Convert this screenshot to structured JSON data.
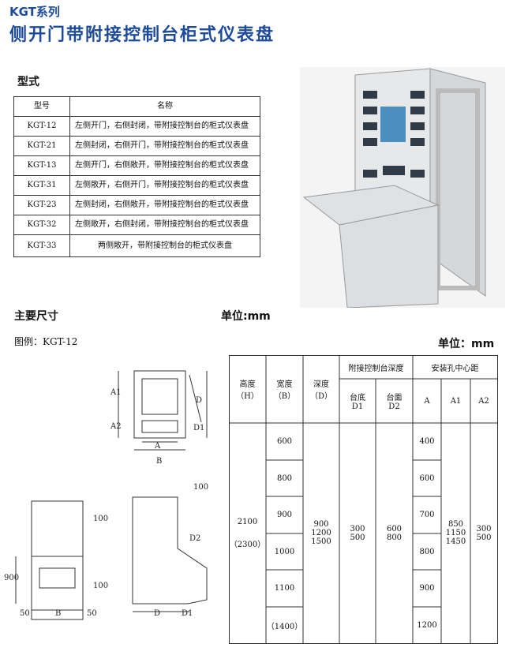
{
  "header": {
    "series": "KGT系列",
    "title": "侧开门带附接控制台柜式仪表盘"
  },
  "models": {
    "heading": "型式",
    "col_model": "型号",
    "col_name": "名称",
    "rows": [
      {
        "model": "KGT-12",
        "name": "左侧开门，右侧封闭，带附接控制台的柜式仪表盘"
      },
      {
        "model": "KGT-21",
        "name": "左侧封闭，右侧开门，带附接控制台的柜式仪表盘"
      },
      {
        "model": "KGT-13",
        "name": "左侧开门，右侧敞开，带附接控制台的柜式仪表盘"
      },
      {
        "model": "KGT-31",
        "name": "左侧敞开，右侧开门，带附接控制台的柜式仪表盘"
      },
      {
        "model": "KGT-23",
        "name": "左侧封闭，右侧敞开，带附接控制台的柜式仪表盘"
      },
      {
        "model": "KGT-32",
        "name": "左侧敞开，右侧封闭，带附接控制台的柜式仪表盘"
      },
      {
        "model": "KGT-33",
        "name": "两侧敞开，带附接控制台的柜式仪表盘"
      }
    ]
  },
  "dimensions": {
    "heading": "主要尺寸",
    "unit1": "单位:mm",
    "example": "图例：KGT-12",
    "unit2": "单位：mm"
  },
  "drawing": {
    "A1": "A1",
    "A2": "A2",
    "D": "D",
    "D1": "D1",
    "D2": "D2",
    "A": "A",
    "B": "B",
    "d100": "100",
    "d900": "900",
    "d50": "50"
  },
  "dims_table": {
    "h_height": "高度",
    "h_H": "（H）",
    "h_width": "宽度",
    "h_B": "（B）",
    "h_depth": "深度",
    "h_D": "（D）",
    "h_console": "附接控制台深度",
    "h_base": "台底",
    "h_D1": "D1",
    "h_top": "台面",
    "h_D2": "D2",
    "h_holes": "安装孔中心距",
    "h_A": "A",
    "h_A1": "A1",
    "h_A2": "A2",
    "H": "2100",
    "H_alt": "（2300）",
    "B": [
      "600",
      "800",
      "900",
      "1000",
      "1100",
      "（1400）"
    ],
    "D": [
      "900",
      "1200",
      "1500"
    ],
    "D1": [
      "300",
      "500"
    ],
    "D2": [
      "600",
      "800"
    ],
    "A": [
      "400",
      "600",
      "700",
      "800",
      "900",
      "1200"
    ],
    "A1": [
      "850",
      "1150",
      "1450"
    ],
    "A2": [
      "300",
      "500"
    ]
  }
}
